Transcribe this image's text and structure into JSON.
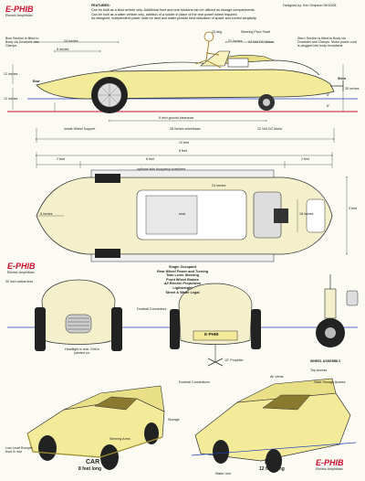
{
  "header": {
    "features_title": "FEATURES:",
    "features": [
      "Can be built as a land vehicle only. Additional front and rear sections can be utilized as storage compartments.",
      "Can be built as a water vehicle only, addition of a rudder in place of the rear power wheel required.",
      "As designed, independent power units for land and water provide best utilization of space and control simplicity."
    ],
    "designer": "Designed by: Ken Simpson  08/10/08"
  },
  "logo": {
    "name": "E-PHIB",
    "subtitle": "Electric Amphibian"
  },
  "side_view": {
    "labels": {
      "bow_section": "Bow Section is fitted to Body via Dovetails and Clamps.",
      "stern_section": "Stern Section is fitted to Body via Dovetails and Clamps. Motor power cord is plugged into body receptacle.",
      "steering_pivot": "Steering Pivot Shaft",
      "dc_motor_24v": "24 Volt DC Motor",
      "dc_motor_12v": "12 Volt DC Motor",
      "inside_wheel_support": "Inside Wheel Support",
      "ground_clearance": "6 inch ground clearance",
      "wheelbase": "28 inches wheelbase",
      "bow": "Bow",
      "stern": "Stern",
      "inches_24": "24 inches",
      "inches_21": "21 inches",
      "inches_8": "8 inches",
      "inches_12_top": "12 inches",
      "inches_12_bot": "12 inches",
      "inches_30": "30 inches",
      "deg_15": "15 deg",
      "deg_6_top": "6\"",
      "deg_6_bot": "6\"",
      "feet_12": "12 feet"
    }
  },
  "top_view": {
    "labels": {
      "feet_2_left": "2 feet",
      "feet_8": "8 feet",
      "feet_6": "6 feet",
      "feet_2_right": "2 feet",
      "optional_chambers": "optional side buoyancy chambers",
      "inches_24": "24 inches",
      "inches_8": "8 inches",
      "inches_18": "18 inches",
      "inches_12": "12\"",
      "feet_3": "3 feet",
      "seat": "seat"
    }
  },
  "specs": [
    "Single Occupant",
    "Rear Wheel Power and Turning",
    "Twin Lever Steering",
    "Front Wheel Brakes",
    "All Electric Propulsion",
    "Lightweight",
    "Street & Water Legal"
  ],
  "front_view": {
    "labels": {
      "radius_tires": "30 inch radius tires",
      "headlight": "Headlight is rear. Grill is painted on.",
      "dovetail": "Dovetail Connectors",
      "propeller": "10\" Propeller",
      "badge": "E-PHIB",
      "wheel_assembly": "WHEEL ASSEMBLY"
    }
  },
  "bottom": {
    "labels": {
      "dovetail_connections": "Dovetail Connections",
      "air_vents": "Air Vents",
      "top_access": "Top Access",
      "state_storage": "State Storage Access",
      "storage": "Storage",
      "steering_arms": "Steering Arms",
      "low_level_bumper": "Low Level Bumper front & rear",
      "water_line": "Water Line"
    },
    "car": {
      "name": "CAR",
      "length": "8 feet long"
    },
    "boat": {
      "name": "BOAT",
      "length": "12 feet long"
    }
  },
  "colors": {
    "hull": "#f3eb9a",
    "hull_dark": "#d6c962",
    "outline": "#333333",
    "dim": "#444444",
    "ground": "#c8102e",
    "water": "#1f3fbf",
    "logo": "#c8102e"
  }
}
